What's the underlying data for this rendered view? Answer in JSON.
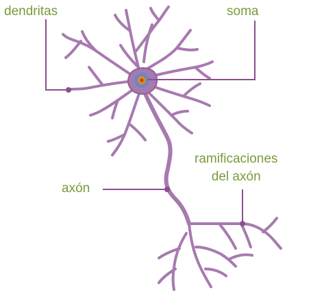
{
  "labels": {
    "dendrites": "dendritas",
    "soma": "soma",
    "axon": "axón",
    "axon_branches_line1": "ramificaciones",
    "axon_branches_line2": "del axón"
  },
  "colors": {
    "neuron": "#a77aaf",
    "neuron_dark": "#8f5f98",
    "leader_line": "#8a4f8f",
    "label_text": "#7a9a3c",
    "nucleus_outer": "#6a86c8",
    "nucleus_inner": "#e08a1c"
  }
}
